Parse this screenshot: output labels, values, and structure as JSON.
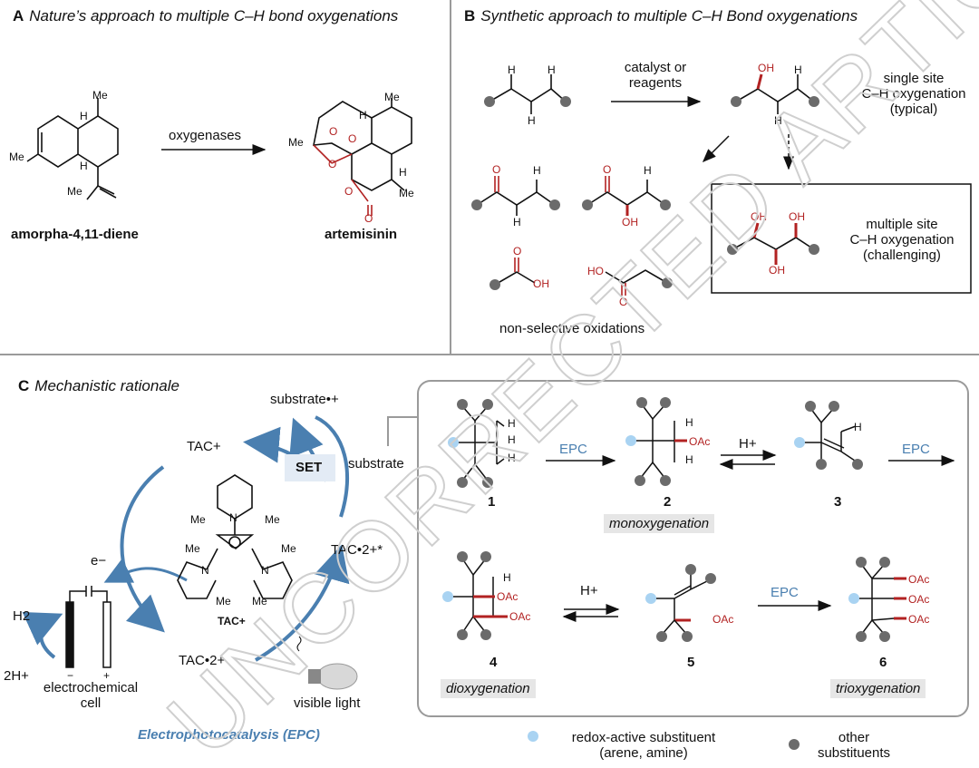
{
  "panelA": {
    "letter": "A",
    "title": "Nature’s approach to multiple C–H bond oxygenations",
    "reagent": "oxygenases",
    "start_name": "amorpha-4,11-diene",
    "product_name": "artemisinin",
    "me": "Me",
    "h": "H",
    "o": "O"
  },
  "panelB": {
    "letter": "B",
    "title": "Synthetic approach to multiple C–H Bond oxygenations",
    "reagent_line1": "catalyst or",
    "reagent_line2": "reagents",
    "single_line1": "single site",
    "single_line2": "C–H oxygenation",
    "single_line3": "(typical)",
    "multi_line1": "multiple site",
    "multi_line2": "C–H oxygenation",
    "multi_line3": "(challenging)",
    "nonselective": "non-selective oxidations",
    "oh": "OH",
    "ho": "HO",
    "o": "O",
    "h": "H"
  },
  "panelC": {
    "letter": "C",
    "title": "Mechanistic rationale",
    "substrate_radical": "substrate•+",
    "tac_plus": "TAC+",
    "set": "SET",
    "substrate": "substrate",
    "tac_dication_radical": "TAC•2+*",
    "tac_dication": "TAC•2+",
    "electron": "e−",
    "h2": "H2",
    "two_h_plus": "2H+",
    "cell_line1": "electrochemical",
    "cell_line2": "cell",
    "light": "visible light",
    "epc_title": "Electrophotocatalysis (EPC)",
    "tac_label": "TAC+",
    "minus": "−",
    "plus": "+",
    "me": "Me",
    "n": "N"
  },
  "scheme": {
    "epc": "EPC",
    "h_plus": "H+",
    "oac": "OAc",
    "h": "H",
    "compounds": [
      "1",
      "2",
      "3",
      "4",
      "5",
      "6"
    ],
    "monoxygenation": "monoxygenation",
    "dioxygenation": "dioxygenation",
    "trioxygenation": "trioxygenation"
  },
  "legend": {
    "redox_line1": "redox-active substituent",
    "redox_line2": "(arene, amine)",
    "other_line1": "other",
    "other_line2": "substituents"
  },
  "watermark": "UNCORRECTED ARTICLE PREVIEW",
  "colors": {
    "red": "#b22222",
    "blue": "#4a7fb0",
    "light_blue": "#a9d3f2",
    "gray_dot": "#6b6b6b",
    "divider": "#9a9a9a"
  }
}
